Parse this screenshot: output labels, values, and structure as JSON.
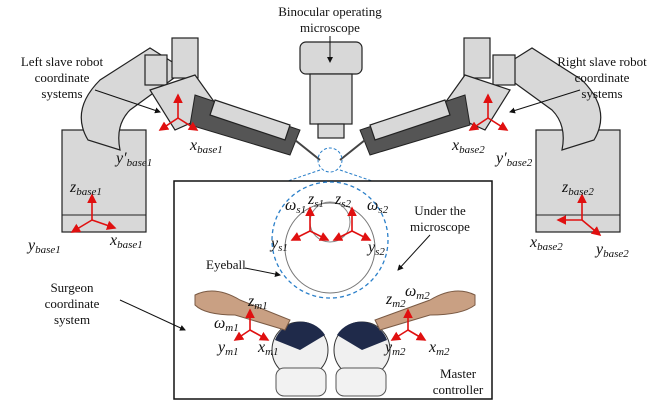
{
  "title_labels": {
    "microscope": [
      "Binocular operating",
      "microscope"
    ],
    "left_robot": [
      "Left slave robot",
      "coordinate",
      "systems"
    ],
    "right_robot": [
      "Right slave robot",
      "coordinate",
      "systems"
    ],
    "under_microscope": [
      "Under the",
      "microscope"
    ],
    "eyeball": "Eyeball",
    "surgeon": [
      "Surgeon",
      "coordinate",
      "system"
    ],
    "master": [
      "Master",
      "controller"
    ]
  },
  "axes": {
    "y_prime_base1": {
      "sym": "y",
      "sub": "base1"
    },
    "x_base1_top": {
      "sym": "x",
      "sub": "base1"
    },
    "x_base2_top": {
      "sym": "x",
      "sub": "base2"
    },
    "y_prime_base2": {
      "sym": "y",
      "sub": "base2"
    },
    "z_base1": {
      "sym": "z",
      "sub": "base1"
    },
    "y_base1": {
      "sym": "y",
      "sub": "base1"
    },
    "x_base1": {
      "sym": "x",
      "sub": "base1"
    },
    "z_base2": {
      "sym": "z",
      "sub": "base2"
    },
    "x_base2": {
      "sym": "x",
      "sub": "base2"
    },
    "y_base2": {
      "sym": "y",
      "sub": "base2"
    },
    "omega_s1": {
      "sym": "ω",
      "sub": "s1"
    },
    "z_s1": {
      "sym": "z",
      "sub": "s1"
    },
    "z_s2": {
      "sym": "z",
      "sub": "s2"
    },
    "omega_s2": {
      "sym": "ω",
      "sub": "s2"
    },
    "y_s1": {
      "sym": "y",
      "sub": "s1"
    },
    "y_s2": {
      "sym": "y",
      "sub": "s2"
    },
    "z_m1": {
      "sym": "z",
      "sub": "m1"
    },
    "omega_m1": {
      "sym": "ω",
      "sub": "m1"
    },
    "y_m1": {
      "sym": "y",
      "sub": "m1"
    },
    "x_m1": {
      "sym": "x",
      "sub": "m1"
    },
    "z_m2": {
      "sym": "z",
      "sub": "m2"
    },
    "omega_m2": {
      "sym": "ω",
      "sub": "m2"
    },
    "y_m2": {
      "sym": "y",
      "sub": "m2"
    },
    "x_m2": {
      "sym": "x",
      "sub": "m2"
    }
  },
  "colors": {
    "axis": "#e01010",
    "dashed_circle": "#2a7fc9"
  }
}
